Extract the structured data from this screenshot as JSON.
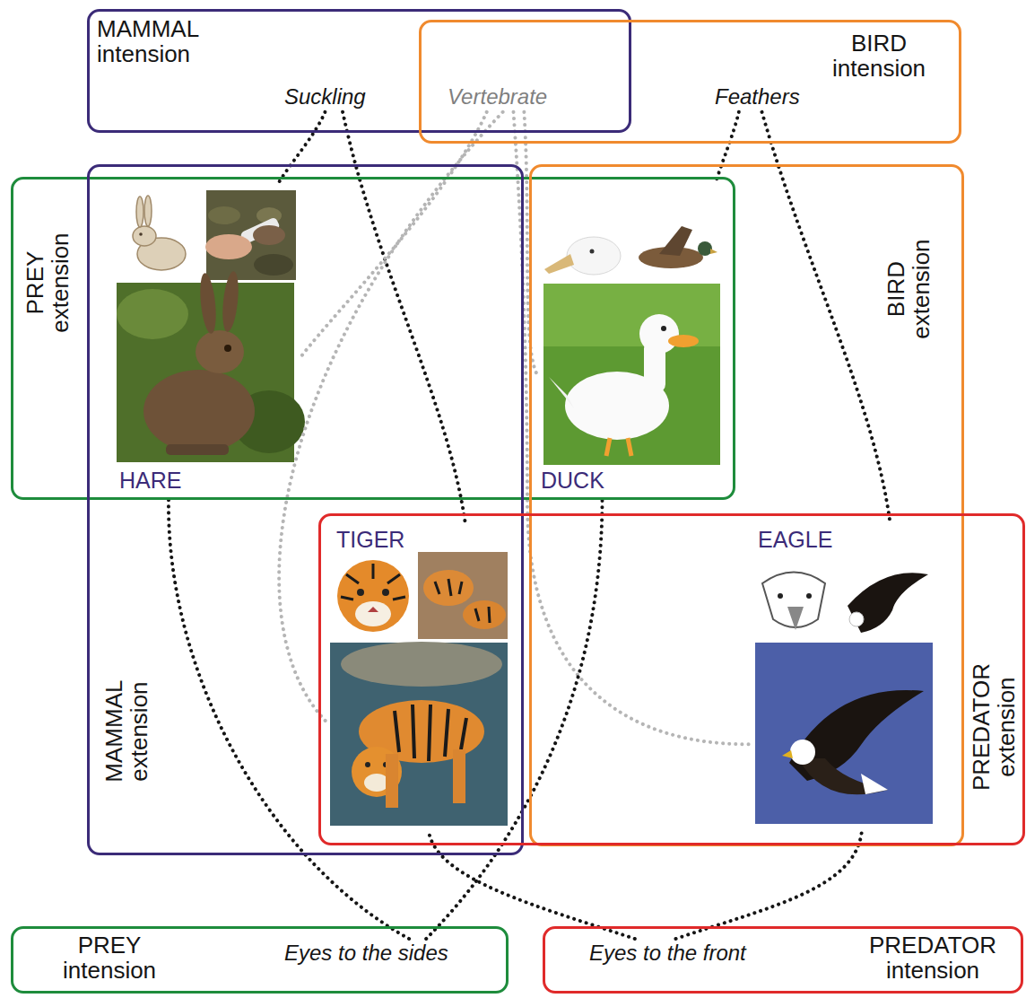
{
  "diagram": {
    "nodes": [
      {
        "text": [
          "MAMMAL intension"
        ]
      },
      {
        "text": [
          "Suckling"
        ],
        "in": 0
      },
      {
        "text": [
          "Vertebrate"
        ]
      },
      {
        "text": [
          "BIRD intension"
        ]
      },
      {
        "text": [
          "Feathers"
        ],
        "in": 3
      },
      {
        "text": [
          "PREY extension"
        ]
      },
      {
        "text": [
          "HARE"
        ],
        "in": 5
      },
      {
        "text": [
          "DUCK"
        ],
        "in": 5
      },
      {
        "text": [
          "MAMMAL extension"
        ]
      },
      {
        "text": [
          "BIRD extension"
        ]
      },
      {
        "text": [
          "PREDATOR extension"
        ]
      },
      {
        "text": [
          "TIGER"
        ],
        "in": 10
      },
      {
        "text": [
          "EAGLE"
        ],
        "in": 10
      },
      {
        "text": [
          "PREY intension"
        ]
      },
      {
        "text": [
          "Eyes to the sides"
        ],
        "in": 13
      },
      {
        "text": [
          "PREDATOR intension"
        ]
      },
      {
        "text": [
          "Eyes to the front"
        ],
        "in": 15
      }
    ],
    "edges": [
      {
        "from": 1,
        "to": 6,
        "arrow": "none"
      },
      {
        "from": 1,
        "to": 11,
        "arrow": "none"
      },
      {
        "from": 2,
        "to": 6,
        "arrow": "none"
      },
      {
        "from": 2,
        "to": 7,
        "arrow": "none"
      },
      {
        "from": 2,
        "to": 11,
        "arrow": "none"
      },
      {
        "from": 2,
        "to": 12,
        "arrow": "none"
      },
      {
        "from": 4,
        "to": 7,
        "arrow": "none"
      },
      {
        "from": 4,
        "to": 12,
        "arrow": "none"
      },
      {
        "from": 14,
        "to": 6,
        "arrow": "none"
      },
      {
        "from": 14,
        "to": 7,
        "arrow": "none"
      },
      {
        "from": 16,
        "to": 11,
        "arrow": "none"
      },
      {
        "from": 16,
        "to": 12,
        "arrow": "none"
      }
    ]
  }
}
